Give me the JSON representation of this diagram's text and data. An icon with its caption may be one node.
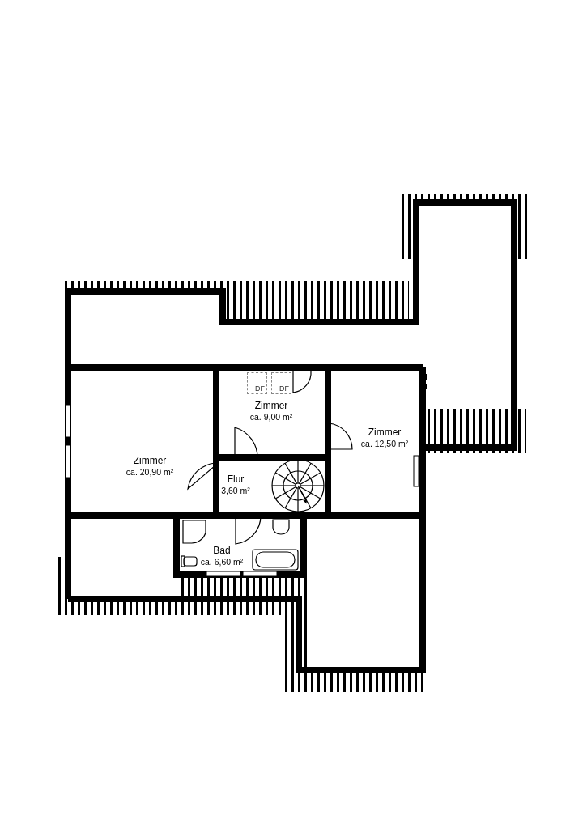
{
  "diagram": {
    "nodes": [
      {
        "text": [
          "Zimmer",
          "ca. 20,90 m²"
        ]
      },
      {
        "text": [
          "Zimmer",
          "ca. 9,00 m²"
        ]
      },
      {
        "text": [
          "DF"
        ],
        "in": 1
      },
      {
        "text": [
          "DF"
        ],
        "in": 1
      },
      {
        "text": [
          "Zimmer",
          "ca. 12,50 m²"
        ]
      },
      {
        "text": [
          "Flur",
          "3,60 m²"
        ]
      },
      {
        "text": [
          "Bad",
          "ca. 6,60 m²"
        ]
      }
    ]
  }
}
